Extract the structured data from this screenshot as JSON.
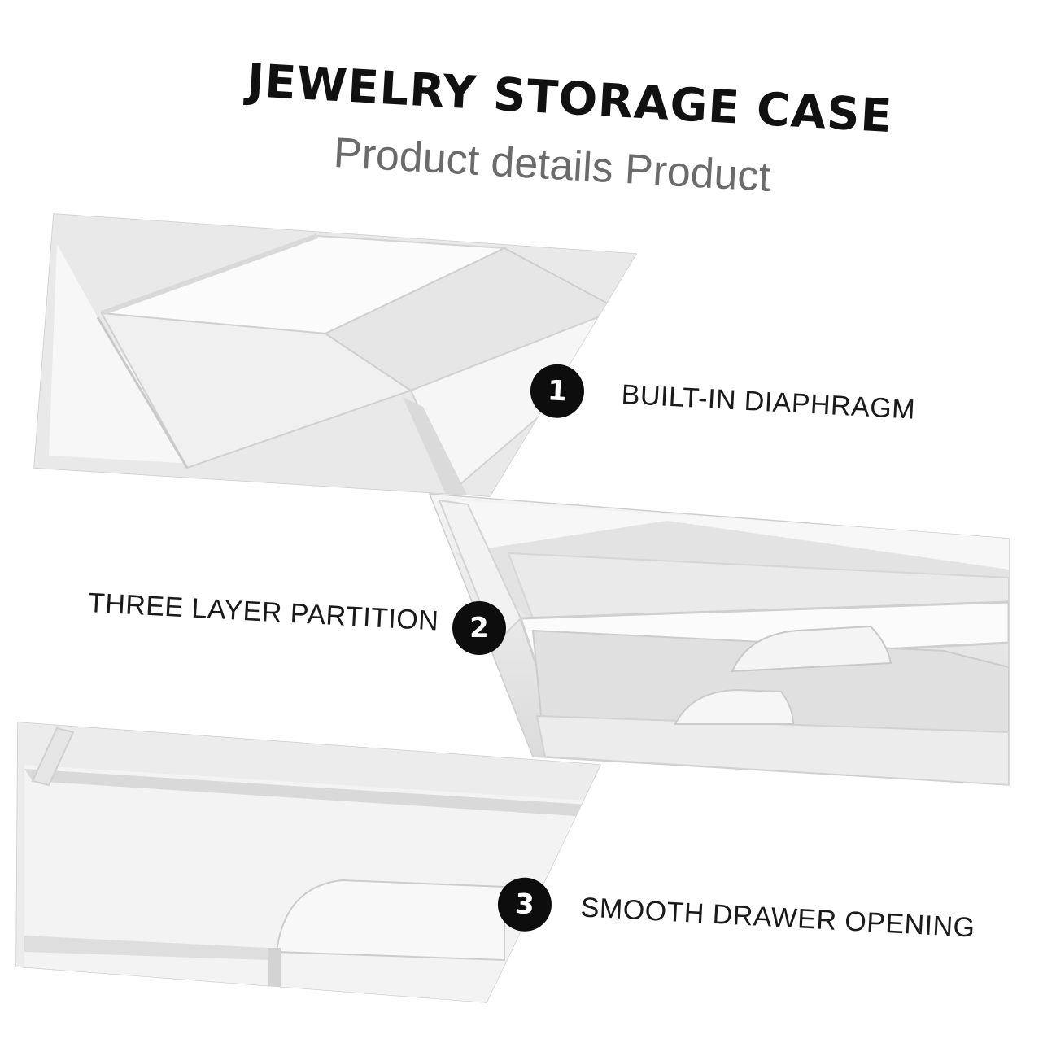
{
  "header": {
    "title": "JEWELRY STORAGE CASE",
    "subtitle": "Product details Product"
  },
  "features": [
    {
      "number": "1",
      "label": "BUILT-IN DIAPHRAGM"
    },
    {
      "number": "2",
      "label": "THREE LAYER PARTITION"
    },
    {
      "number": "3",
      "label": "SMOOTH DRAWER OPENING"
    }
  ],
  "colors": {
    "badge": "#0d0d0d",
    "title": "#111111",
    "subtitle": "#6b6b6b",
    "product_white": "#f2f2f2"
  }
}
